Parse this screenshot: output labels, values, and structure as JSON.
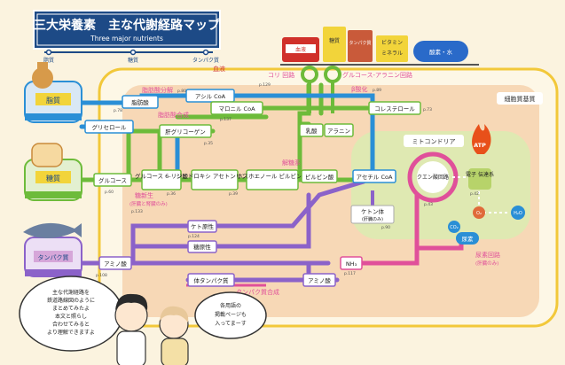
{
  "title": {
    "main": "三大栄養素　主な代謝経路マップ",
    "sub": "Three major nutrients",
    "stations": [
      "脂質",
      "糖質",
      "タンパク質"
    ]
  },
  "regions": {
    "blood": "血液",
    "cytoplasm": "細胞質基質",
    "mitochondria": "ミトコンドリア"
  },
  "trains": {
    "lipid": "脂質",
    "sugar": "糖質",
    "protein": "タンパク質",
    "cargo": [
      "血液",
      "糖質",
      "タンパク質",
      "ビタミン",
      "ミネラル",
      "酸素・水"
    ]
  },
  "cycles": {
    "cori": "コリ 回路",
    "glucose_alanine": "グルコース-アラニン回路",
    "beta_oxidation": "β酸化",
    "glycolysis": "解糖系",
    "gluconeogenesis": "糖新生",
    "gluconeogenesis_note": "(肝臓と腎臓のみ)",
    "lipogenesis": "脂肪酸合成",
    "lipolysis": "脂肪酸分解",
    "protein_synth": "タンパク質合成",
    "urea_cycle": "尿素回路",
    "urea_note": "(肝臓のみ)"
  },
  "nodes": {
    "fatty_acid": "脂肪酸",
    "glycerol": "グリセロール",
    "glucose": "グルコース",
    "g6p": "グルコース\n6-リン酸",
    "glycogen": "肝グリコーゲン",
    "dhap": "ジヒドロキシ\nアセトンリン酸",
    "pep": "ホスホエノール\nピルビン酸",
    "pyruvate": "ピルビン酸",
    "lactate": "乳酸",
    "alanine": "アラニン",
    "acyl_coa": "アシル CoA",
    "malonyl_coa": "マロニル CoA",
    "cholesterol": "コレステロール",
    "acetyl_coa": "アセチル CoA",
    "tca": "クエン酸回路",
    "etc": "電子\n伝達系",
    "atp": "ATP",
    "o2": "O₂",
    "h2o": "H₂O",
    "co2": "CO₂",
    "urea": "尿素",
    "nh3": "NH₃",
    "ketone": "ケトン体",
    "ketone_note": "(肝臓のみ)",
    "ketogenic": "ケト原性",
    "glucogenic": "糖原性",
    "amino_acid": "アミノ酸",
    "amino_acid2": "アミノ酸",
    "body_protein": "体タンパク質"
  },
  "pages": {
    "p80": "p.80",
    "p137": "p.137",
    "p129": "p.129",
    "p89": "p.89",
    "p73": "p.73",
    "p35": "p.35",
    "p36": "p.36",
    "p39": "p.39",
    "p133": "p.133",
    "p60": "p.60",
    "p42": "p.42",
    "p43": "p.43",
    "p90": "p.90",
    "p124": "p.124",
    "p117": "p.117",
    "p108": "p.108",
    "p78": "p.78"
  },
  "bubbles": {
    "left": [
      "主な代謝経路を",
      "鉄道路線図のように",
      "まとめてみたよ",
      "本文と照らし",
      "合わせてみると",
      "より理解できますよ"
    ],
    "right": [
      "各用語の",
      "掲載ページも",
      "入ってまーす"
    ]
  }
}
